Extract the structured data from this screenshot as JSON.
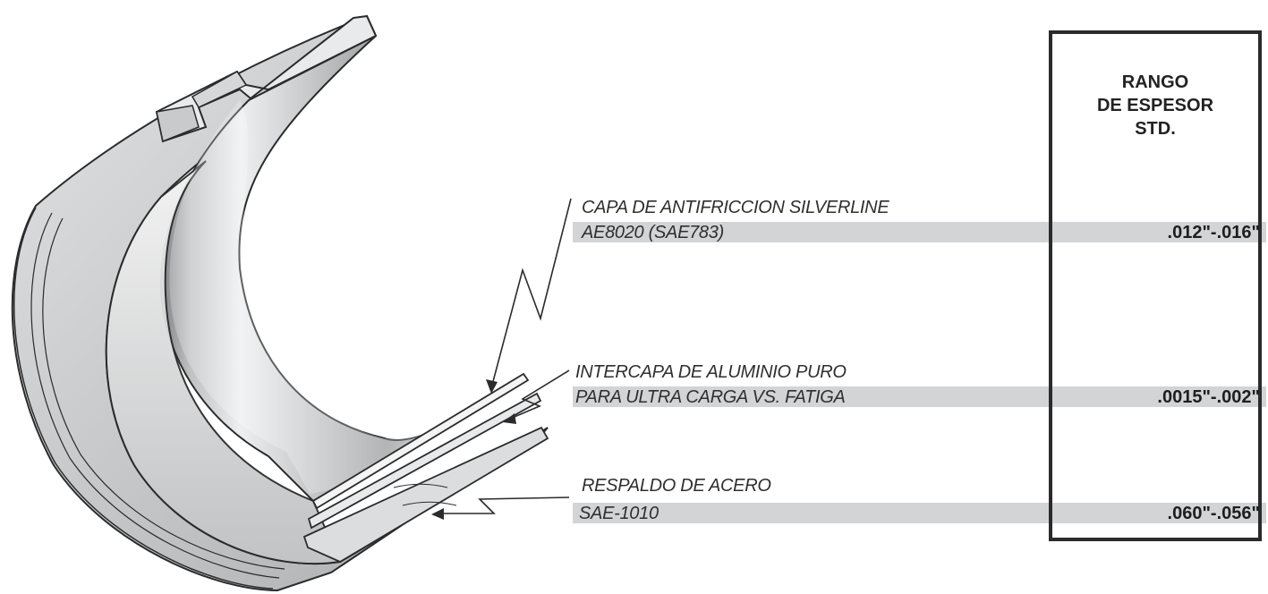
{
  "header": {
    "lines": [
      "RANGO",
      "DE ESPESOR",
      "STD."
    ]
  },
  "layers": [
    {
      "name": "CAPA DE ANTIFRICCION SILVERLINE",
      "spec": "AE8020 (SAE783)",
      "thickness": ".012\"-.016\""
    },
    {
      "name": "INTERCAPA DE ALUMINIO PURO",
      "spec": "PARA ULTRA CARGA VS. FATIGA",
      "thickness": ".0015\"-.002\""
    },
    {
      "name": "RESPALDO DE ACERO",
      "spec": "SAE-1010",
      "thickness": ".060\"-.056\""
    }
  ],
  "colors": {
    "band": "#d2d4d6",
    "frame": "#2b2b2b",
    "metal_light": "#f2f3f4",
    "metal_dark": "#8e9093"
  }
}
